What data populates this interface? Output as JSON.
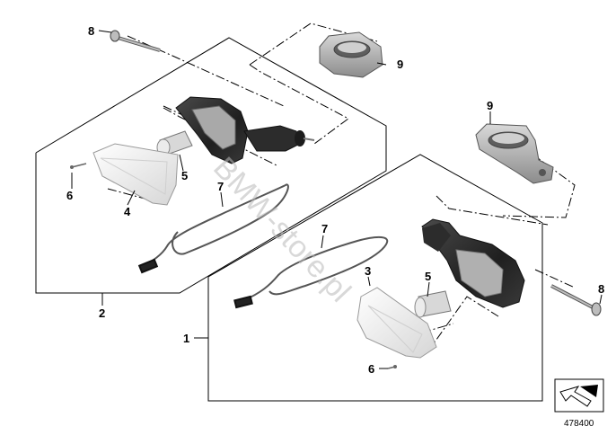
{
  "diagram": {
    "callouts": {
      "c8_top": "8",
      "c9_top": "9",
      "c9_right": "9",
      "c5_left": "5",
      "c6_left": "6",
      "c4": "4",
      "c7_left": "7",
      "c2": "2",
      "c7_right": "7",
      "c3": "3",
      "c5_right": "5",
      "c8_right": "8",
      "c1": "1",
      "c6_right": "6"
    },
    "watermark": "BMW-store.pl",
    "reference_number": "478400",
    "colors": {
      "line": "#000000",
      "housing_dark": "#2a2a2a",
      "housing_mid": "#7a7a7a",
      "lens_light": "#eeeeee",
      "bracket_grey": "#a8a8a8",
      "watermark": "#b9b9b9"
    },
    "icons": [
      "arrow-icon"
    ]
  }
}
